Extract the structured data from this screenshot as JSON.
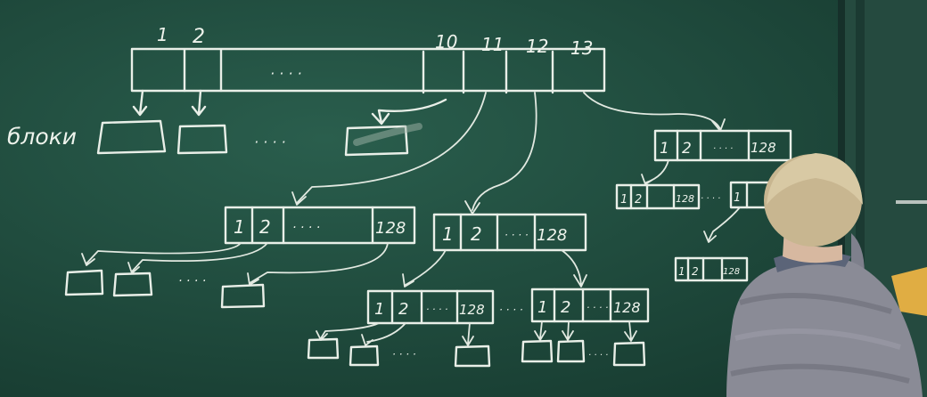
{
  "board": {
    "side_label": "блоки",
    "top_indices": [
      "1",
      "2",
      "10",
      "11",
      "12",
      "13"
    ],
    "dots": "· · · ·",
    "cells": {
      "one": "1",
      "two": "2",
      "last": "128",
      "ellipsis": "· · · ·"
    }
  },
  "colors": {
    "board": "#1f4a3c",
    "chalk": "#e9efe8",
    "wall": "#2c2f2b",
    "sweater": "#8a8b96",
    "hair": "#c8b690",
    "object": "#e0ad43"
  }
}
